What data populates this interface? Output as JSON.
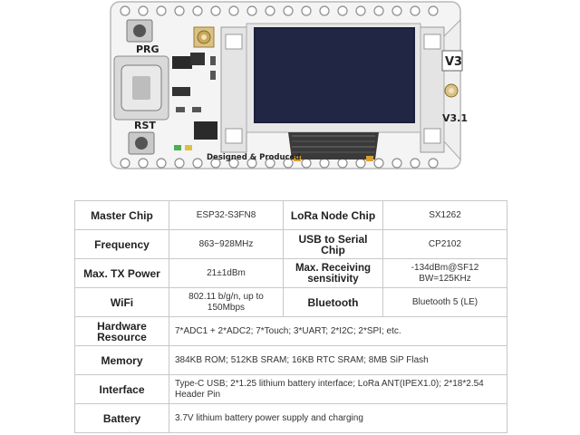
{
  "board": {
    "buttons": {
      "prg": "PRG",
      "rst": "RST"
    },
    "version": "V3",
    "sub_version": "V3.1",
    "credit": "Designed & Produced"
  },
  "specs": [
    {
      "label": "Master Chip",
      "value": "ESP32-S3FN8",
      "label2": "LoRa Node Chip",
      "value2": "SX1262"
    },
    {
      "label": "Frequency",
      "value": "863~928MHz",
      "label2": "USB to Serial Chip",
      "value2": "CP2102"
    },
    {
      "label": "Max. TX Power",
      "value": "21±1dBm",
      "label2": "Max. Receiving sensitivity",
      "value2": "-134dBm@SF12 BW=125KHz"
    },
    {
      "label": "WiFi",
      "value": "802.11 b/g/n, up to 150Mbps",
      "label2": "Bluetooth",
      "value2": "Bluetooth 5 (LE)"
    },
    {
      "label": "Hardware Resource",
      "value": "7*ADC1 + 2*ADC2; 7*Touch; 3*UART; 2*I2C; 2*SPI; etc."
    },
    {
      "label": "Memory",
      "value": "384KB ROM; 512KB SRAM; 16KB RTC SRAM; 8MB SiP Flash"
    },
    {
      "label": "Interface",
      "value": "Type-C USB; 2*1.25 lithium battery interface; LoRa ANT(IPEX1.0); 2*18*2.54 Header Pin"
    },
    {
      "label": "Battery",
      "value": "3.7V lithium battery power supply and charging"
    }
  ]
}
